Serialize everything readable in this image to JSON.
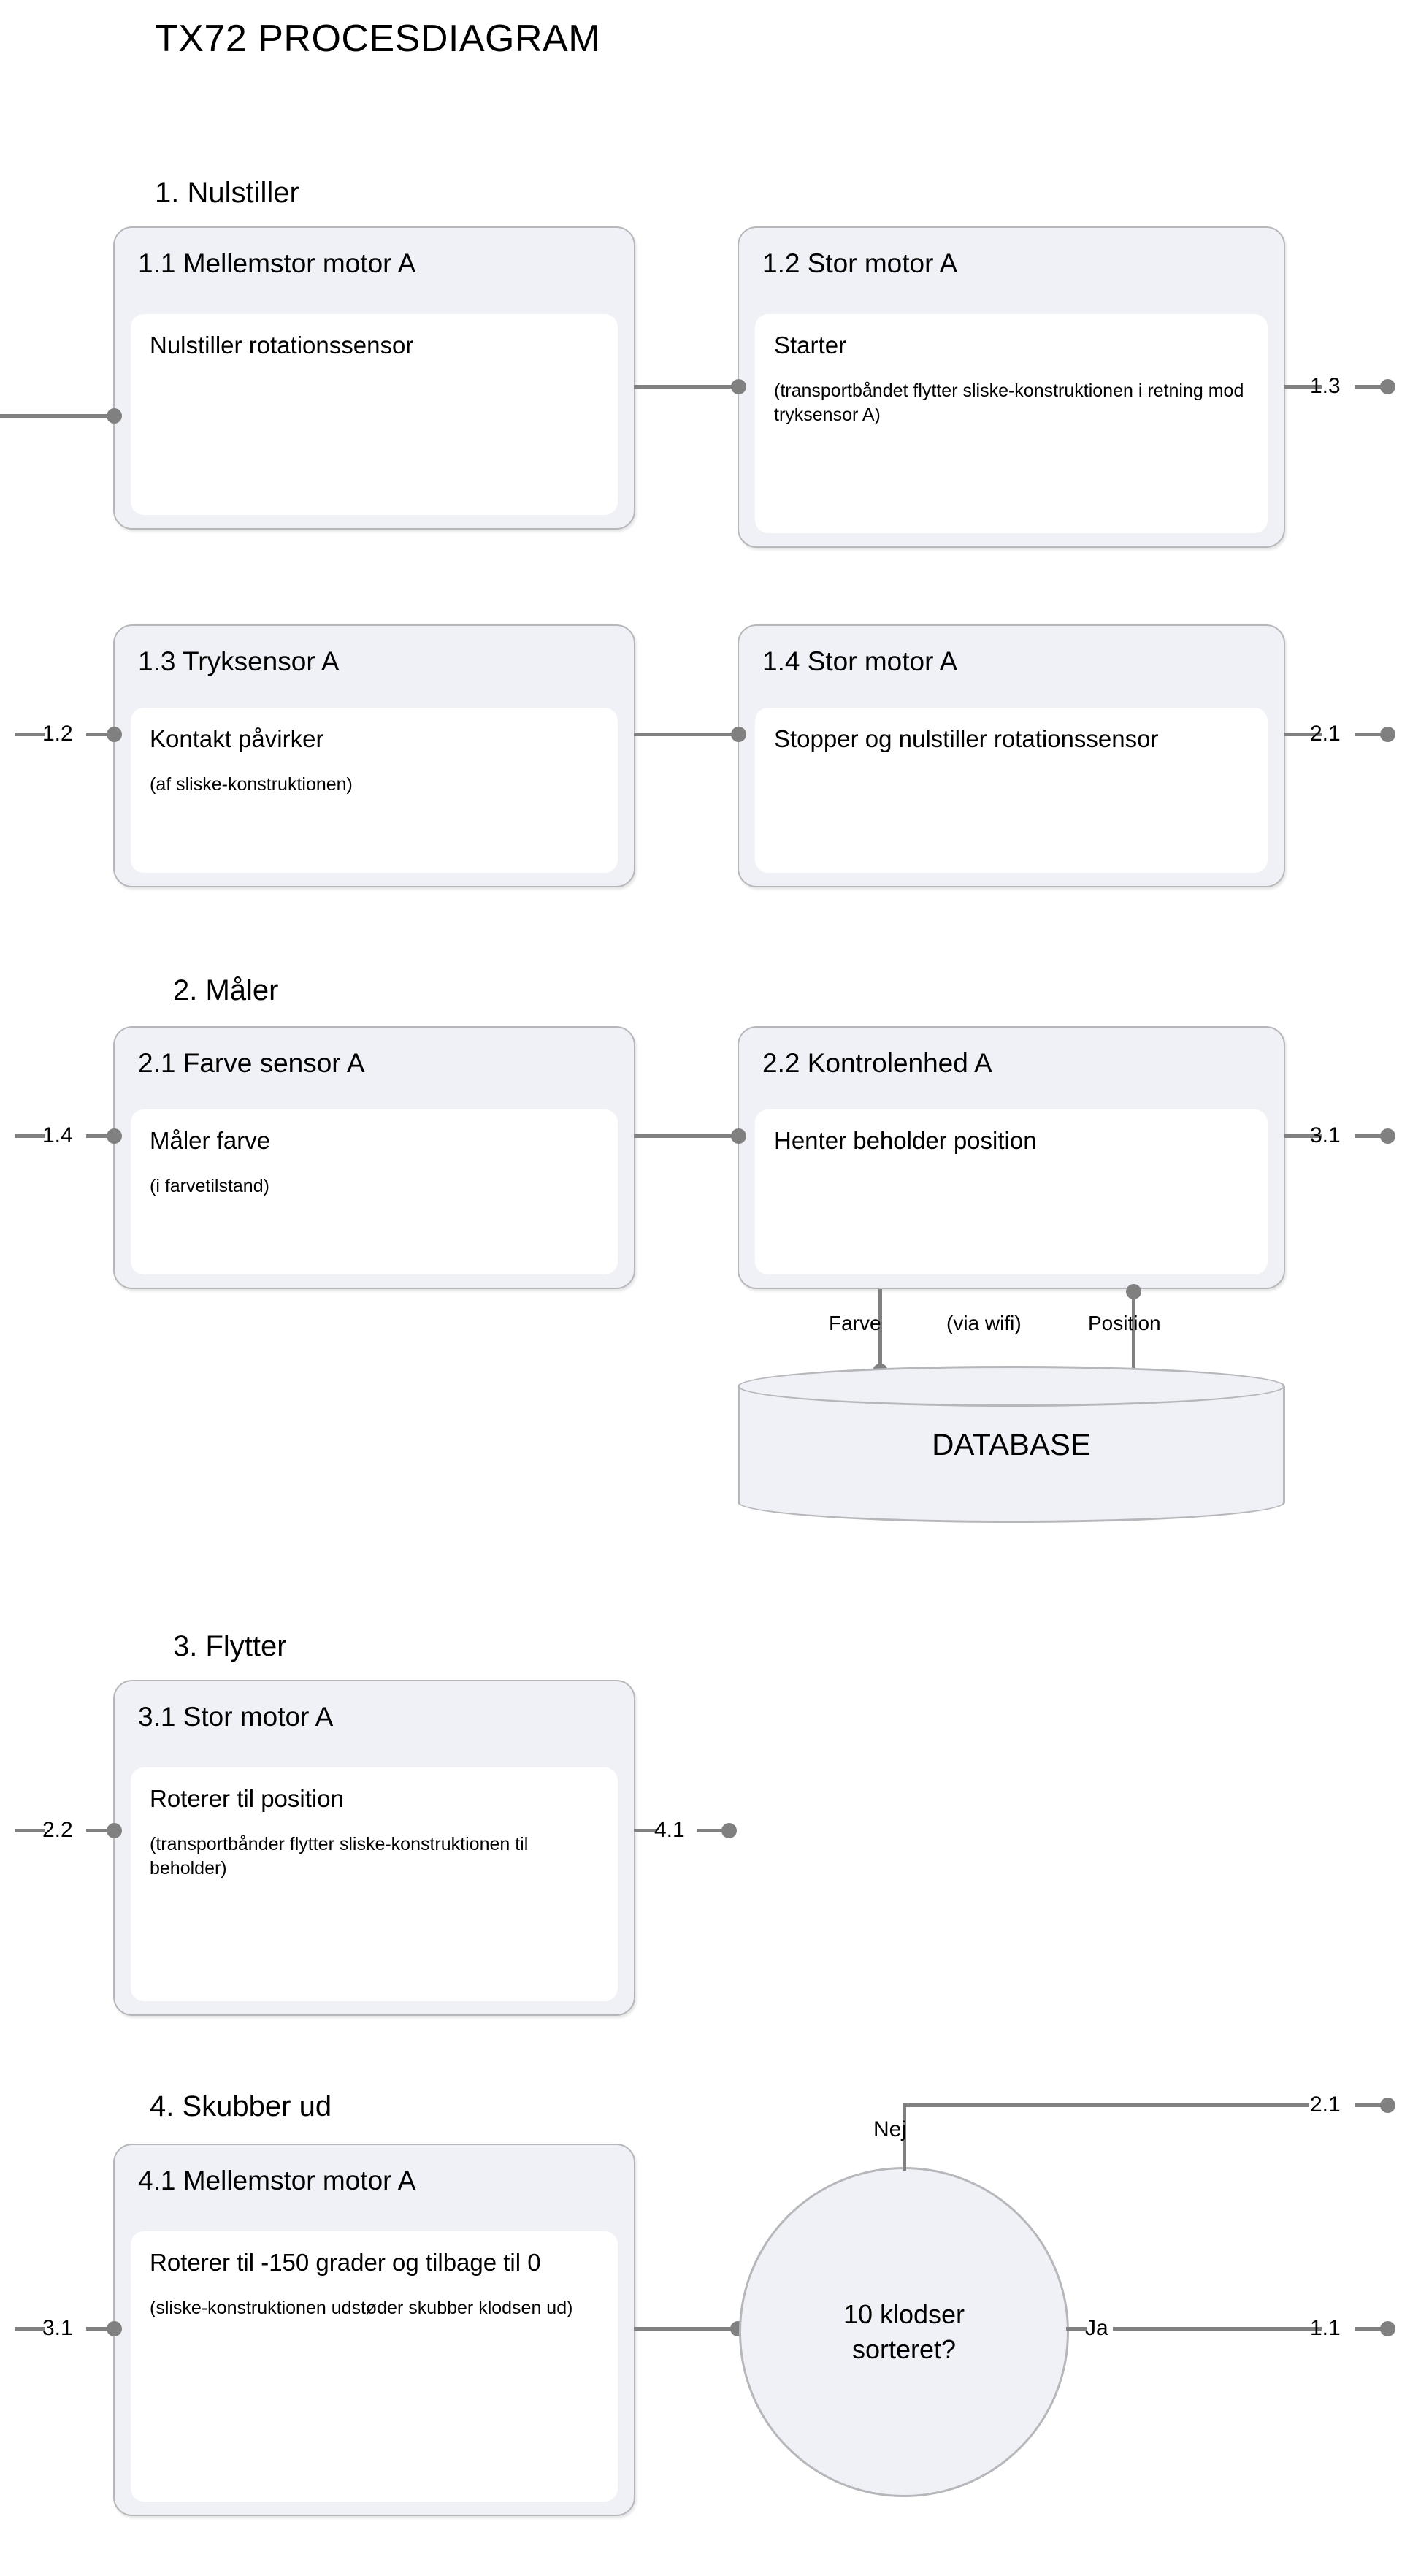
{
  "title": "TX72 PROCESDIAGRAM",
  "sections": [
    {
      "heading": "1. Nulstiller"
    },
    {
      "heading": "2. Måler"
    },
    {
      "heading": "3. Flytter"
    },
    {
      "heading": "4. Skubber ud"
    }
  ],
  "boxes": {
    "b11": {
      "title": "1.1 Mellemstor motor A",
      "main": "Nulstiller rotationssensor",
      "note": ""
    },
    "b12": {
      "title": "1.2 Stor motor A",
      "main": "Starter",
      "note": "(transportbåndet flytter sliske-konstruktionen i retning mod tryksensor A)"
    },
    "b13": {
      "title": "1.3 Tryksensor A",
      "main": "Kontakt påvirker",
      "note": "(af sliske-konstruktionen)"
    },
    "b14": {
      "title": "1.4 Stor motor A",
      "main": "Stopper og nulstiller rotationssensor",
      "note": ""
    },
    "b21": {
      "title": "2.1 Farve sensor A",
      "main": "Måler farve",
      "note": "(i farvetilstand)"
    },
    "b22": {
      "title": "2.2 Kontrolenhed A",
      "main": "Henter beholder position",
      "note": ""
    },
    "b31": {
      "title": "3.1 Stor motor A",
      "main": "Roterer til position",
      "note": "(transportbånder flytter sliske-konstruktionen til beholder)"
    },
    "b41": {
      "title": "4.1 Mellemstor motor A",
      "main": "Roterer til -150 grader og tilbage til 0",
      "note": "(sliske-konstruktionen udstøder skubber klodsen ud)"
    }
  },
  "database": {
    "label": "DATABASE",
    "left_port": "Farve",
    "middle_note": "(via wifi)",
    "right_port": "Position"
  },
  "decision": {
    "line1": "10 klodser",
    "line2": "sorteret?",
    "branch_no": "Nej",
    "branch_yes": "Ja"
  },
  "connectors": {
    "out_12": "1.3",
    "in_13": "1.2",
    "out_14": "2.1",
    "in_21": "1.4",
    "out_22": "3.1",
    "in_31": "2.2",
    "out_31": "4.1",
    "in_41": "3.1",
    "no_target": "2.1",
    "yes_target": "1.1"
  },
  "colors": {
    "box_header_bg": "#f0f1f6",
    "box_border": "#b6b7ba",
    "box_body_bg": "#ffffff",
    "connector": "#808080",
    "page_bg": "#ffffff"
  }
}
